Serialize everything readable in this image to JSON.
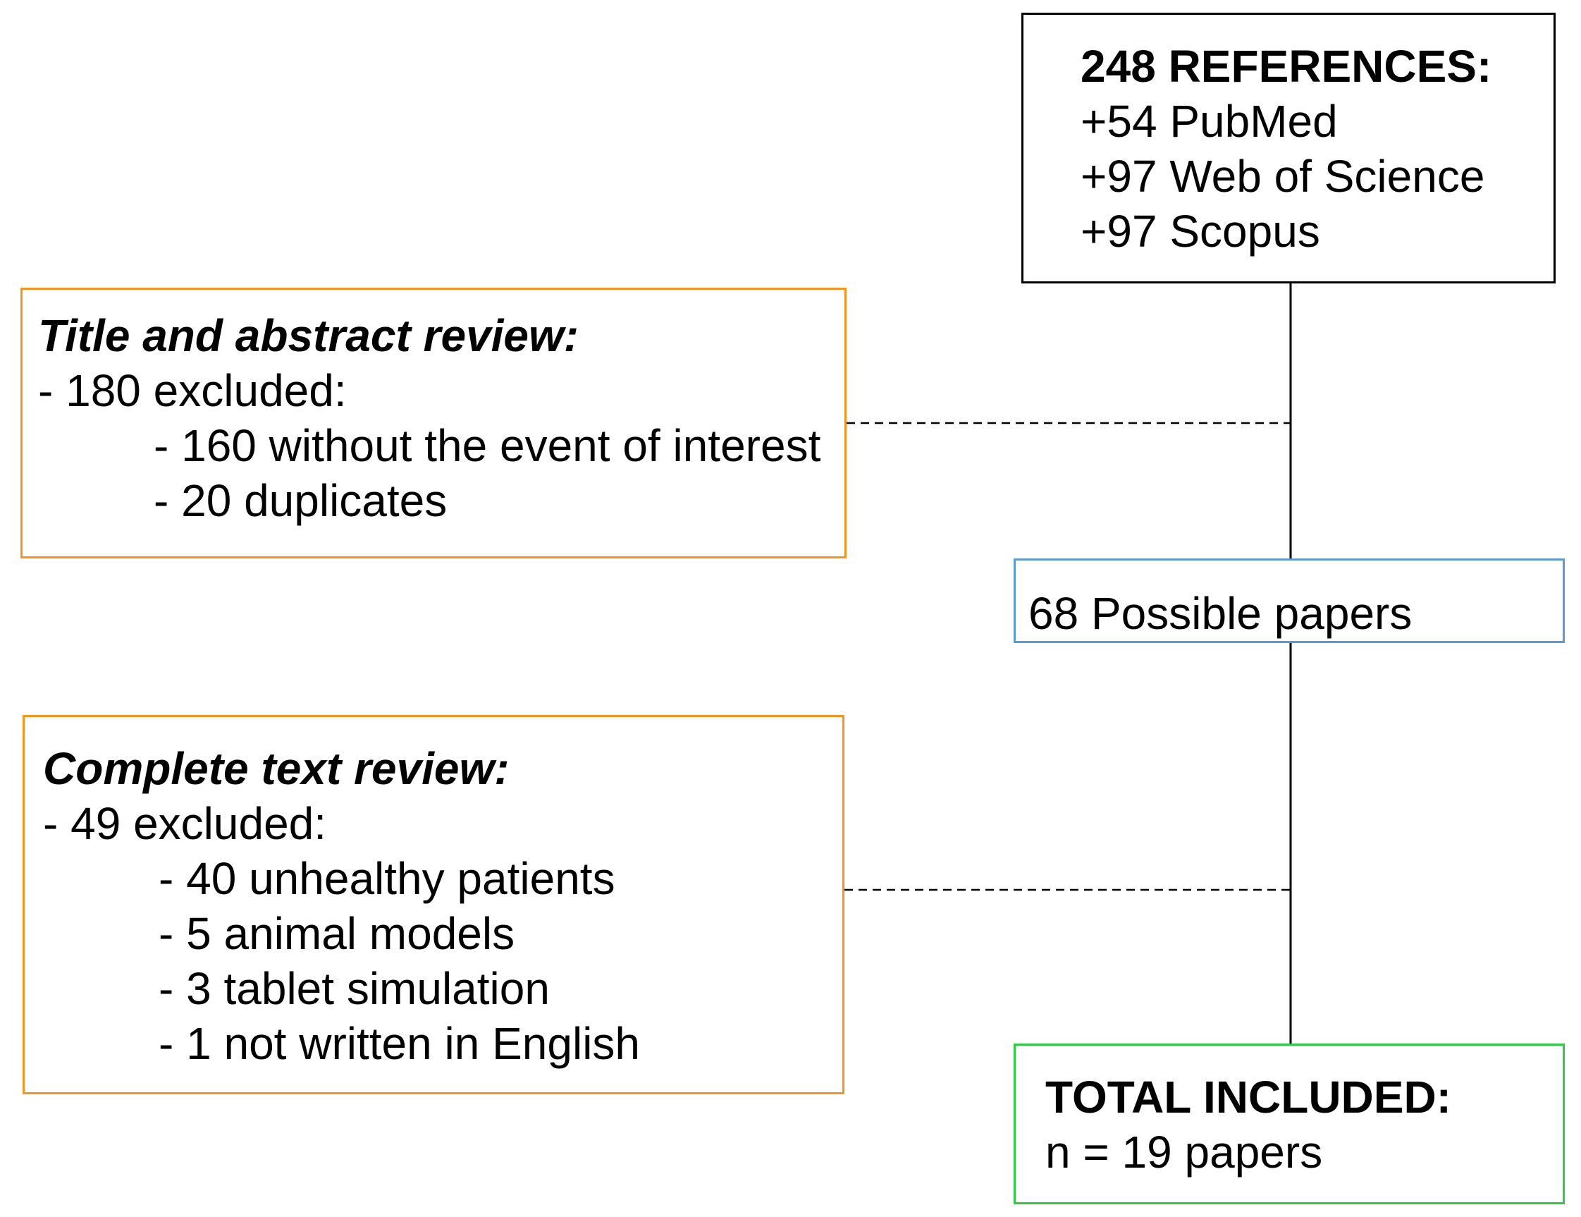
{
  "references": {
    "heading": "248 REFERENCES:",
    "lines": [
      "+54 PubMed",
      "+97 Web of Science",
      "+97 Scopus"
    ],
    "border_color": "#000000"
  },
  "title_review": {
    "heading": "Title and abstract review:",
    "summary": "- 180 excluded:",
    "items": [
      "- 160 without the event of interest",
      "- 20 duplicates"
    ],
    "border_color": "#f7931e"
  },
  "possible": {
    "text": "68 Possible papers",
    "border_color": "#5b9bd5"
  },
  "complete_review": {
    "heading": "Complete text review:",
    "summary": "-  49 excluded:",
    "items": [
      "- 40 unhealthy patients",
      "- 5 animal models",
      "- 3 tablet simulation",
      "- 1 not written in English"
    ],
    "border_color": "#f7931e"
  },
  "total": {
    "heading": "TOTAL INCLUDED:",
    "text": "n = 19 papers",
    "border_color": "#2ecc40"
  }
}
